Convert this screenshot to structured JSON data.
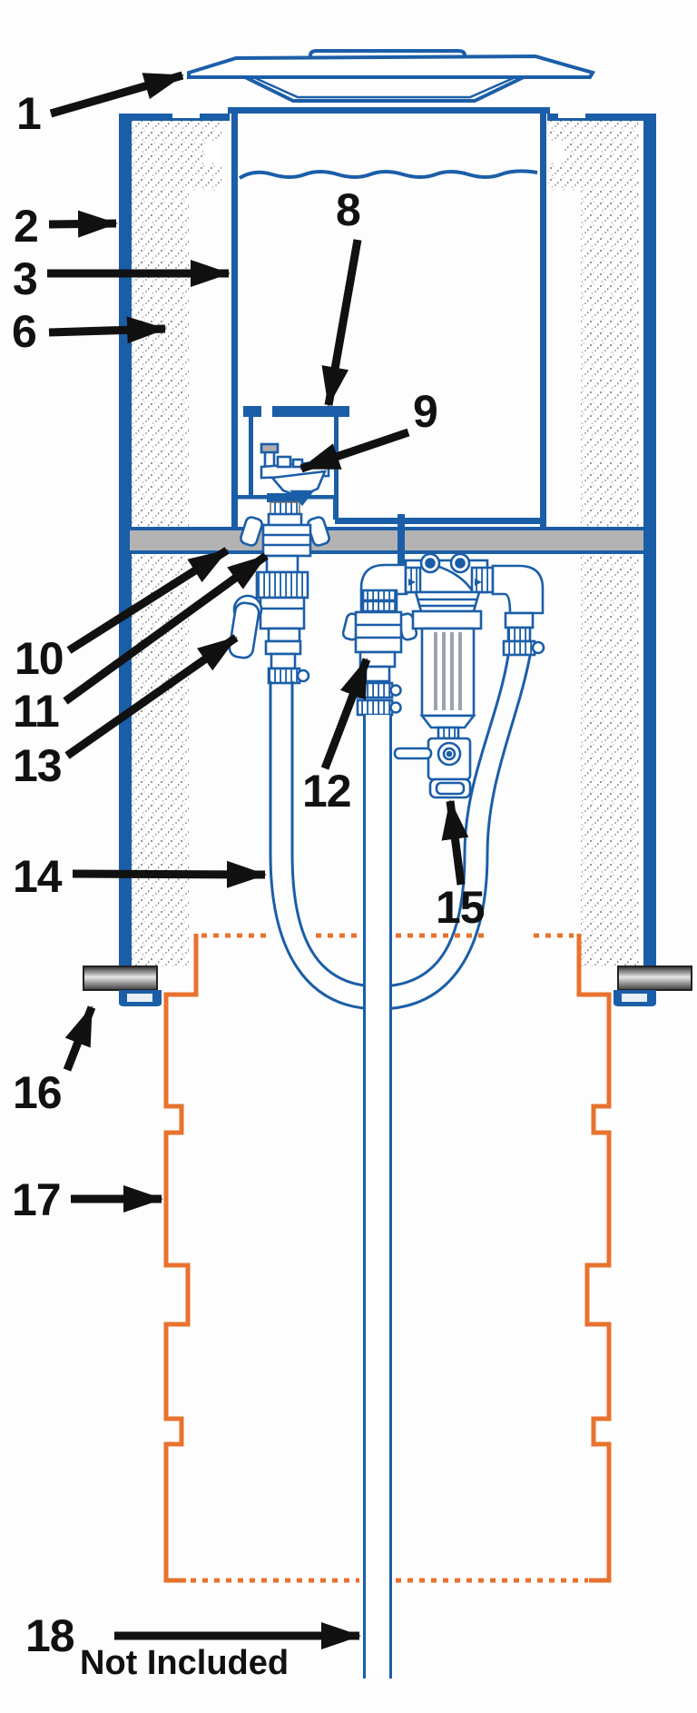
{
  "diagram": {
    "description": "Cutaway installation diagram of an insulated watering tank system with numbered parts",
    "note_label": "Not Included",
    "callouts": [
      {
        "text": "1"
      },
      {
        "text": "2"
      },
      {
        "text": "3"
      },
      {
        "text": "6"
      },
      {
        "text": "8"
      },
      {
        "text": "9"
      },
      {
        "text": "10"
      },
      {
        "text": "11"
      },
      {
        "text": "12"
      },
      {
        "text": "13"
      },
      {
        "text": "14"
      },
      {
        "text": "15"
      },
      {
        "text": "16"
      },
      {
        "text": "17"
      },
      {
        "text": "18"
      }
    ],
    "colors": {
      "line_blue": "#1b5ea8",
      "dark_blue": "#164f93",
      "orange": "#e8722e",
      "platform_gray": "#b3b3b3",
      "label_black": "#111111"
    }
  }
}
